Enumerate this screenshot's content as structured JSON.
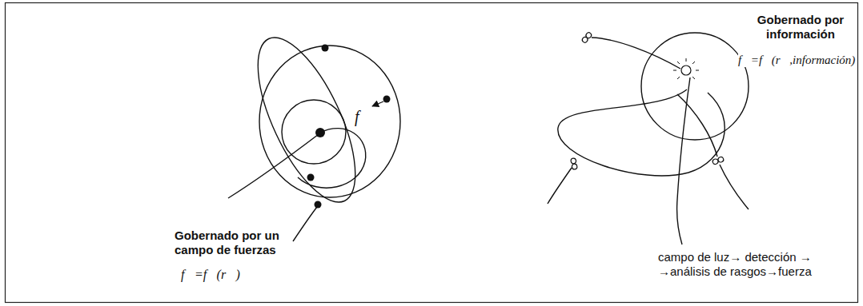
{
  "diagram": {
    "labels": [
      "Gobernado por un campo de fuerzas",
      "f⃗=f⃗(r⃗)",
      "f",
      "Gobernado por información",
      "f⃗=f⃗(r⃗,información)",
      "campo de luz→ detección → →análisis de rasgos→fuerza"
    ]
  }
}
